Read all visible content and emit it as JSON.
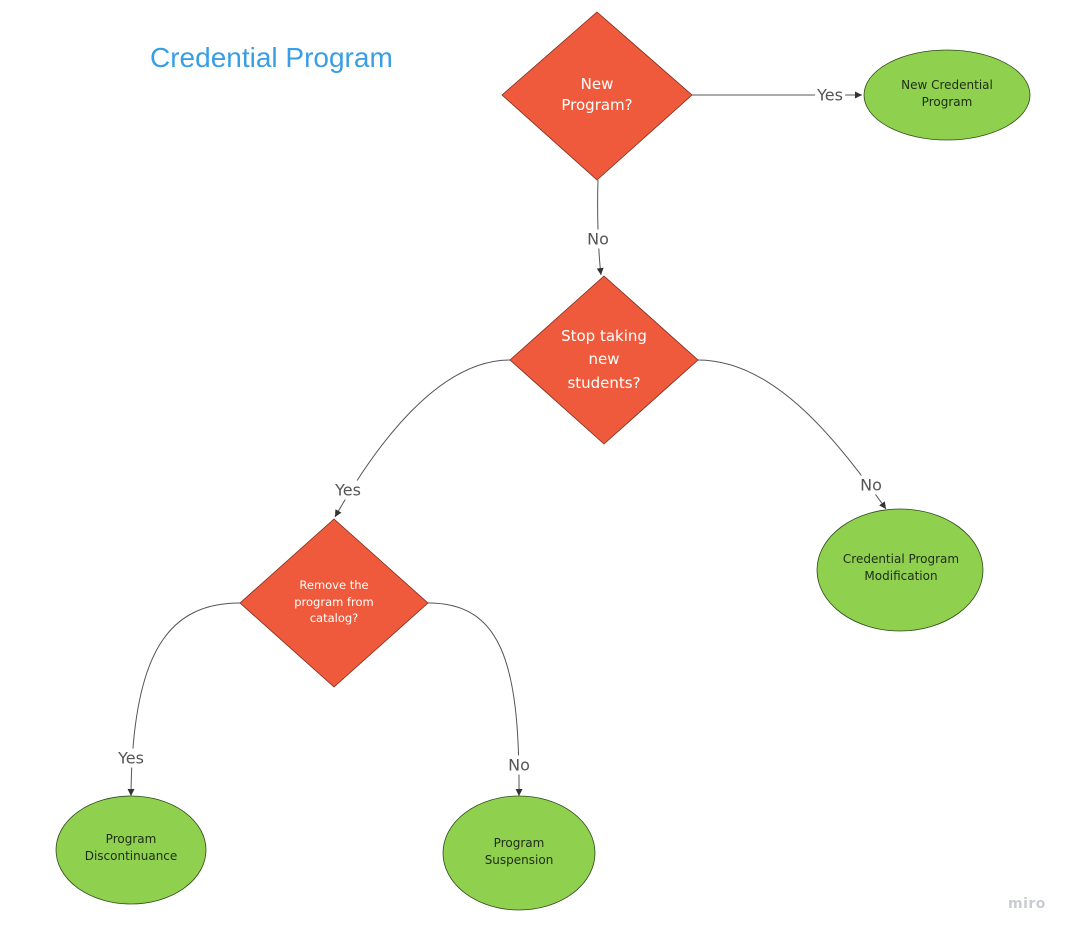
{
  "title": "Credential Program",
  "colors": {
    "title": "#3a9ee4",
    "decision_fill": "#f05a3c",
    "outcome_fill": "#8fd04f",
    "line": "#555555"
  },
  "nodes": {
    "new_program": {
      "type": "decision",
      "label": "New Program?"
    },
    "new_credential_program": {
      "type": "outcome",
      "label": "New Credential Program"
    },
    "stop_taking_students": {
      "type": "decision",
      "label": "Stop taking new students?"
    },
    "credential_program_modification": {
      "type": "outcome",
      "label": "Credential Program Modification"
    },
    "remove_from_catalog": {
      "type": "decision",
      "label": "Remove the program from catalog?"
    },
    "program_discontinuance": {
      "type": "outcome",
      "label": "Program Discontinuance"
    },
    "program_suspension": {
      "type": "outcome",
      "label": "Program Suspension"
    }
  },
  "edges": [
    {
      "from": "new_program",
      "to": "new_credential_program",
      "label": "Yes"
    },
    {
      "from": "new_program",
      "to": "stop_taking_students",
      "label": "No"
    },
    {
      "from": "stop_taking_students",
      "to": "remove_from_catalog",
      "label": "Yes"
    },
    {
      "from": "stop_taking_students",
      "to": "credential_program_modification",
      "label": "No"
    },
    {
      "from": "remove_from_catalog",
      "to": "program_discontinuance",
      "label": "Yes"
    },
    {
      "from": "remove_from_catalog",
      "to": "program_suspension",
      "label": "No"
    }
  ],
  "watermark": "miro"
}
